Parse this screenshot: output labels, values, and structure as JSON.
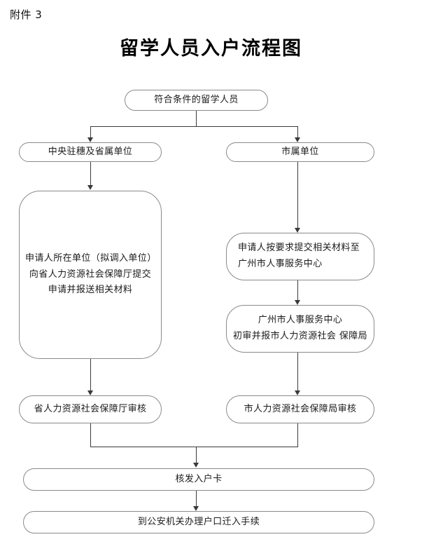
{
  "document": {
    "attachment_label": "附件 3",
    "title": "留学人员入户流程图"
  },
  "chart_data": {
    "type": "diagram",
    "diagram_kind": "flowchart",
    "title": "留学人员入户流程图",
    "orientation": "top-to-bottom",
    "nodes": [
      {
        "id": "n1",
        "label": "符合条件的留学人员",
        "shape": "rounded-rect",
        "align": "center"
      },
      {
        "id": "n2",
        "label": "中央驻穗及省属单位",
        "shape": "rounded-rect",
        "align": "center"
      },
      {
        "id": "n3",
        "label": "市属单位",
        "shape": "rounded-rect",
        "align": "center"
      },
      {
        "id": "n4",
        "label": "申请人所在单位（拟调入单位）\n向省人力资源社会保障厅提交\n申请并报送相关材料",
        "shape": "rounded-rect-large",
        "align": "center"
      },
      {
        "id": "n5",
        "label": "申请人按要求提交相关材料至\n广州市人事服务中心",
        "shape": "rounded-rect",
        "align": "left"
      },
      {
        "id": "n6",
        "label": "广州市人事服务中心\n初审并报市人力资源社会 保障局",
        "shape": "rounded-rect",
        "align": "center"
      },
      {
        "id": "n7",
        "label": "省人力资源社会保障厅审核",
        "shape": "rounded-rect",
        "align": "center"
      },
      {
        "id": "n8",
        "label": "市人力资源社会保障局审核",
        "shape": "rounded-rect",
        "align": "center"
      },
      {
        "id": "n9",
        "label": "核发入户卡",
        "shape": "rounded-rect-wide",
        "align": "center"
      },
      {
        "id": "n10",
        "label": "到公安机关办理户口迁入手续",
        "shape": "rounded-rect-wide",
        "align": "center"
      }
    ],
    "edges": [
      {
        "from": "n1",
        "to": "n2",
        "style": "elbow-arrow"
      },
      {
        "from": "n1",
        "to": "n3",
        "style": "elbow-arrow"
      },
      {
        "from": "n2",
        "to": "n4",
        "style": "straight-arrow"
      },
      {
        "from": "n3",
        "to": "n5",
        "style": "straight-arrow"
      },
      {
        "from": "n5",
        "to": "n6",
        "style": "straight-arrow"
      },
      {
        "from": "n4",
        "to": "n7",
        "style": "straight-arrow"
      },
      {
        "from": "n6",
        "to": "n8",
        "style": "straight-arrow"
      },
      {
        "from": "n7",
        "to": "n9",
        "style": "elbow-arrow"
      },
      {
        "from": "n8",
        "to": "n9",
        "style": "elbow-arrow"
      },
      {
        "from": "n9",
        "to": "n10",
        "style": "straight-arrow"
      }
    ],
    "colors": {
      "border": "#8a8a8a",
      "connector": "#3a3a3a",
      "background": "#ffffff",
      "text": "#1b1b1b"
    }
  },
  "nodes": {
    "n1": {
      "line1": "符合条件的留学人员"
    },
    "n2": {
      "line1": "中央驻穗及省属单位"
    },
    "n3": {
      "line1": "市属单位"
    },
    "n4": {
      "line1": "申请人所在单位（拟调入单位）",
      "line2": "向省人力资源社会保障厅提交",
      "line3": "申请并报送相关材料"
    },
    "n5": {
      "line1": "申请人按要求提交相关材料至",
      "line2": "广州市人事服务中心"
    },
    "n6": {
      "line1": "广州市人事服务中心",
      "line2": "初审并报市人力资源社会 保障局"
    },
    "n7": {
      "line1": "省人力资源社会保障厅审核"
    },
    "n8": {
      "line1": "市人力资源社会保障局审核"
    },
    "n9": {
      "line1": "核发入户卡"
    },
    "n10": {
      "line1": "到公安机关办理户口迁入手续"
    }
  }
}
